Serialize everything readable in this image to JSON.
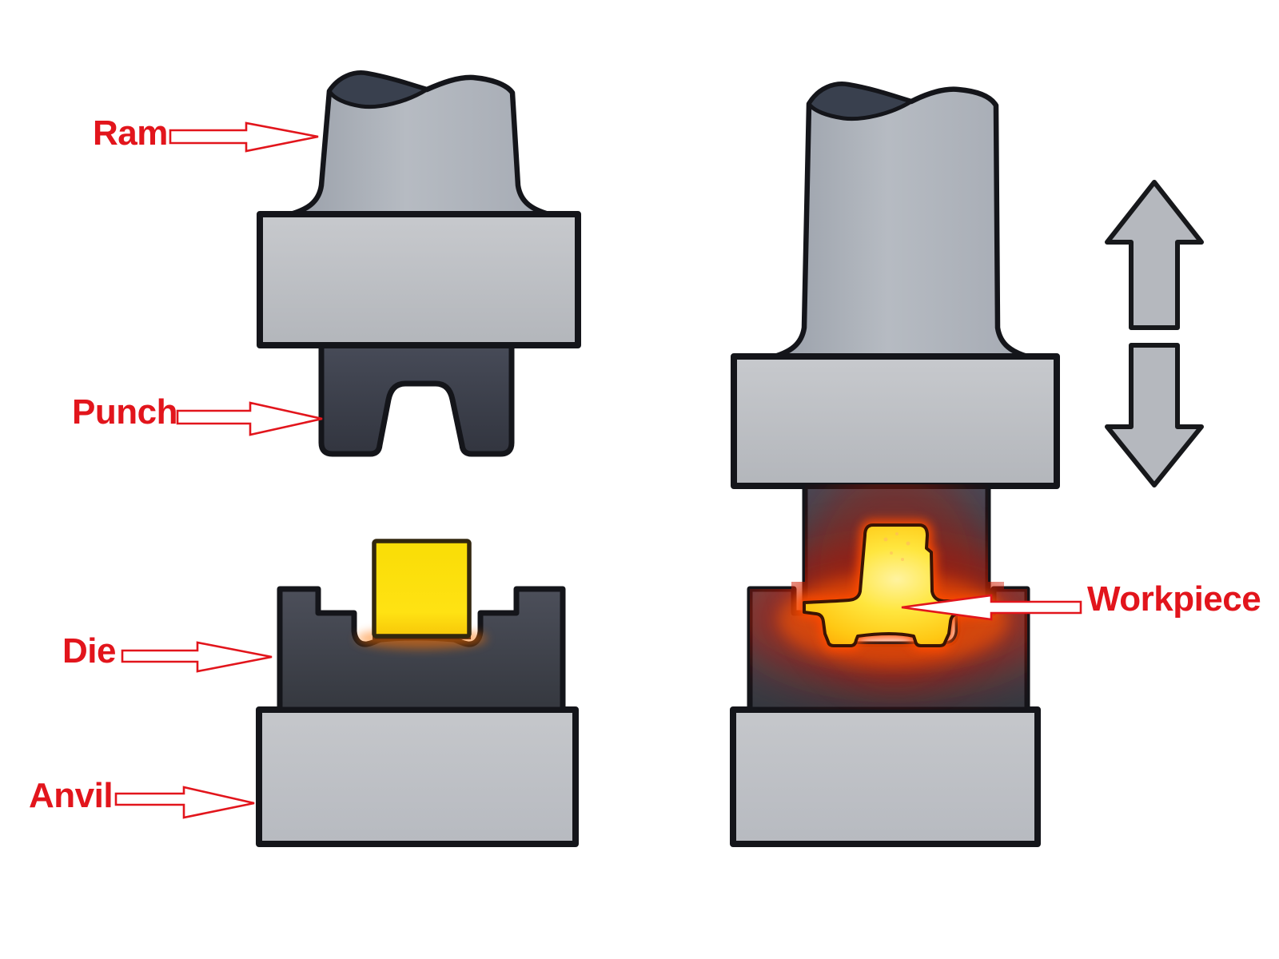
{
  "figure": {
    "labels": {
      "ram": "Ram",
      "punch": "Punch",
      "die": "Die",
      "anvil": "Anvil",
      "workpiece": "Workpiece"
    },
    "icons": {
      "motion_up": "up-arrow-icon",
      "motion_down": "down-arrow-icon",
      "callouts": [
        "ram-callout-arrow-icon",
        "punch-callout-arrow-icon",
        "die-callout-arrow-icon",
        "anvil-callout-arrow-icon",
        "workpiece-callout-arrow-icon"
      ]
    },
    "colors": {
      "background": "#ffffff",
      "label_red": "#e2151c",
      "outline_black": "#14151a",
      "metal_light_gray": "#bcbfc4",
      "metal_shaft_gray": "#a9aeb7",
      "shaft_cut_face_dark": "#39404e",
      "punch_dark": "#3d404c",
      "die_dark": "#42454f",
      "billet_yellow": "#ffdf0a",
      "hot_metal_core": "#ffe63e",
      "hot_glow_orange": "#ff6400",
      "hot_glow_red": "#d41800"
    }
  }
}
